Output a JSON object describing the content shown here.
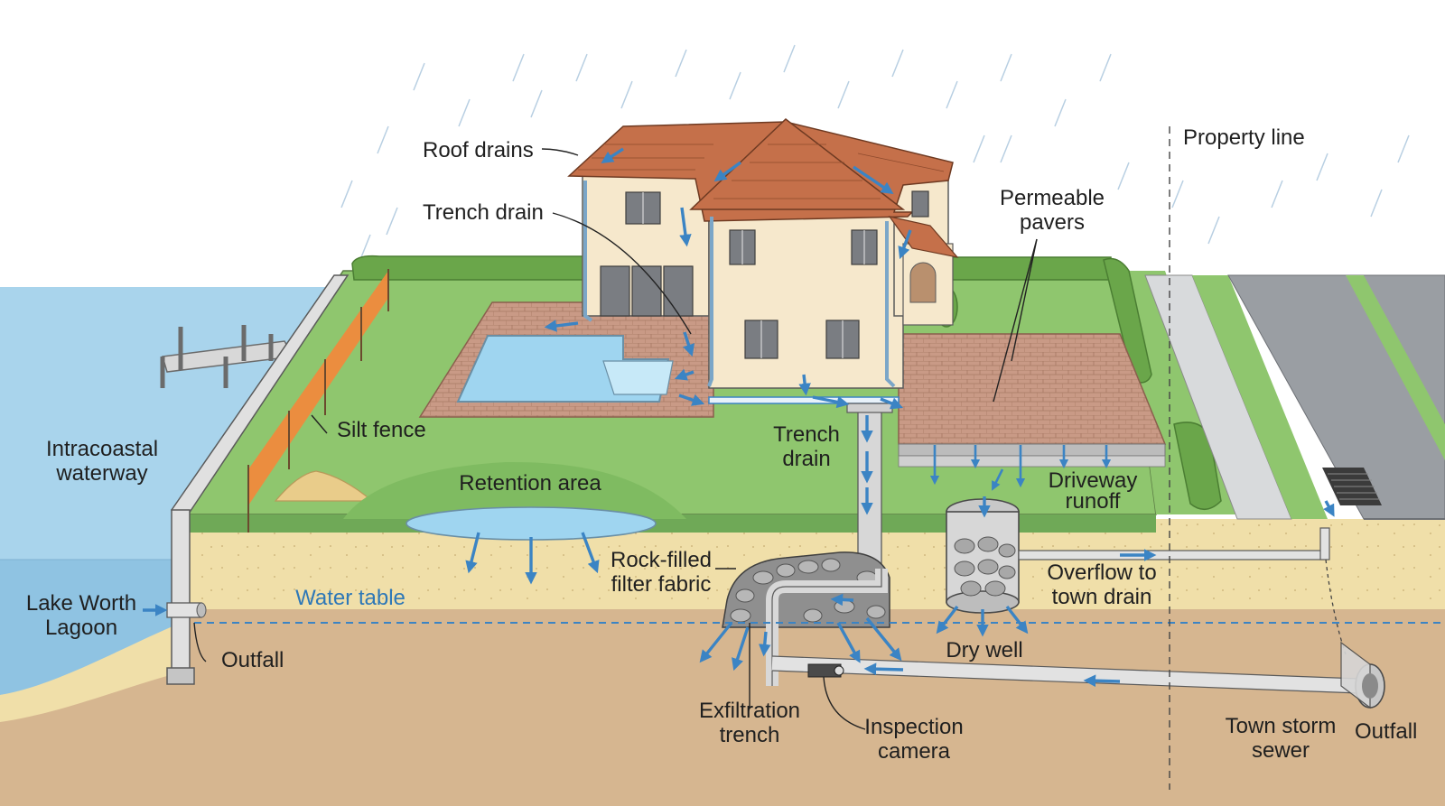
{
  "labels": {
    "roof_drains": "Roof drains",
    "trench_drain_top": "Trench drain",
    "property_line": "Property line",
    "permeable_pavers_1": "Permeable",
    "permeable_pavers_2": "pavers",
    "silt_fence": "Silt fence",
    "intracoastal_1": "Intracoastal",
    "intracoastal_2": "waterway",
    "retention_area": "Retention area",
    "trench_drain_mid_1": "Trench",
    "trench_drain_mid_2": "drain",
    "driveway_runoff_1": "Driveway",
    "driveway_runoff_2": "runoff",
    "rock_filled_1": "Rock-filled",
    "rock_filled_2": "filter fabric",
    "overflow_1": "Overflow to",
    "overflow_2": "town drain",
    "water_table": "Water table",
    "lake_worth_1": "Lake Worth",
    "lake_worth_2": "Lagoon",
    "outfall_left": "Outfall",
    "dry_well": "Dry well",
    "exfiltration_1": "Exfiltration",
    "exfiltration_2": "trench",
    "inspection_1": "Inspection",
    "inspection_2": "camera",
    "town_storm_1": "Town storm",
    "town_storm_2": "sewer",
    "outfall_right": "Outfall"
  },
  "colors": {
    "water": "#a9d4ec",
    "lawn": "#8fc66e",
    "sand": "#f0dfa9",
    "soil": "#d6b690",
    "roof": "#c5704a",
    "wall": "#f6e8cc",
    "pavers": "#c99a86",
    "pool": "#9fd5f0",
    "flow_arrow": "#3b84c4",
    "silt_fence": "#f08a3c",
    "hedge": "#6aa64a",
    "road": "#9a9ea3"
  }
}
